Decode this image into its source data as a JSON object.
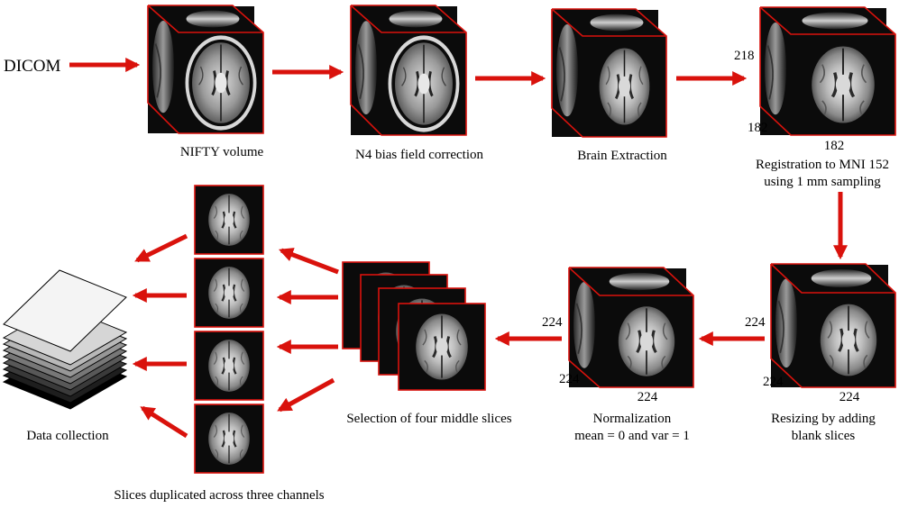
{
  "input": {
    "label": "DICOM"
  },
  "steps": {
    "nifty": {
      "caption": "NIFTY volume"
    },
    "n4": {
      "caption": "N4 bias field correction"
    },
    "extraction": {
      "caption": "Brain Extraction"
    },
    "registration": {
      "caption_line1": "Registration to MNI 152",
      "caption_line2": "using 1 mm sampling",
      "dim_left": "218",
      "dim_depth": "182",
      "dim_bottom": "182"
    },
    "resizing": {
      "caption_line1": "Resizing by adding",
      "caption_line2": "blank slices",
      "dim_left": "224",
      "dim_depth": "224",
      "dim_bottom": "224"
    },
    "normalization": {
      "caption_line1": "Normalization",
      "caption_line2": "mean = 0 and var = 1",
      "dim_left": "224",
      "dim_depth": "224",
      "dim_bottom": "224"
    },
    "selection": {
      "caption": "Selection of four middle slices"
    },
    "duplication": {
      "caption": "Slices duplicated across three channels"
    },
    "collection": {
      "caption": "Data collection"
    }
  },
  "colors": {
    "arrow": "#d9120c",
    "border": "#d9120c",
    "scan_dark": "#0b0b0b"
  }
}
